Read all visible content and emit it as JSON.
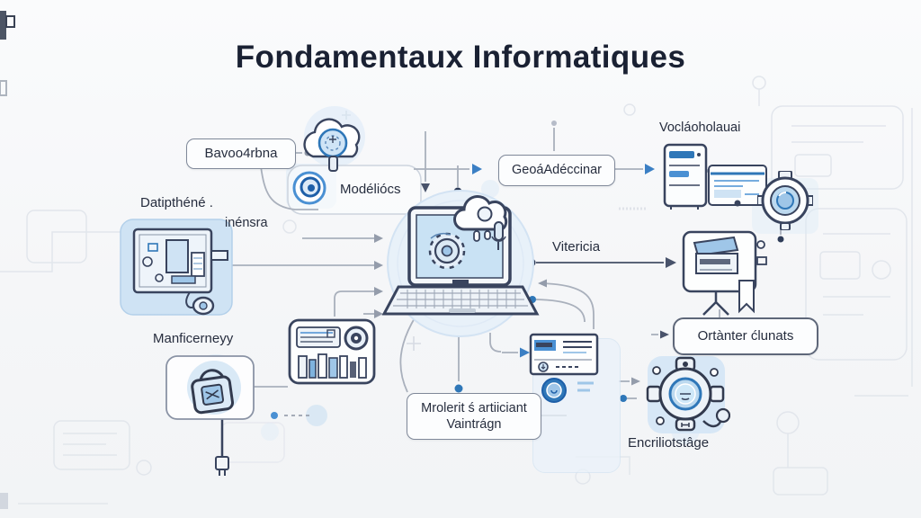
{
  "title": "Fondamentaux Informatiques",
  "labels": {
    "bavoo_box": "Bavoo4rbna",
    "modeliocs": "Modéliócs",
    "datipthene": "Datipthéné .",
    "inensra": "inénsra",
    "manficerneyy": "Manficerneyy",
    "geoadeccinar": "GeoáAdéccinar",
    "voclaoholauai": "Vocláoholauai",
    "vitericia": "Vitericia",
    "ortanter_box": "Ortànter ćlunats",
    "mrolerit_line1": "Mrolerit ś artiiciant",
    "mrolerit_line2": "Vaintrágn",
    "encriliotstage": "Encriliotstâge"
  },
  "icons": [
    "cloud-search-icon",
    "spiral-lens-icon",
    "monitor-circuit-icon",
    "padlock-icon",
    "laptop-cloud-icon",
    "server-tower-icon",
    "browser-window-icon",
    "camera-lens-icon",
    "printer-icon",
    "card-reader-icon",
    "gear-camera-icon",
    "control-panel-icon"
  ],
  "colors": {
    "background": "#f7f8fa",
    "title_text": "#1a2133",
    "accent_blue": "#2f77b8",
    "light_blue": "#cfe3f4",
    "outline_dark": "#39445e",
    "wire_gray": "#a9b0bc",
    "box_border": "#7f8899"
  }
}
